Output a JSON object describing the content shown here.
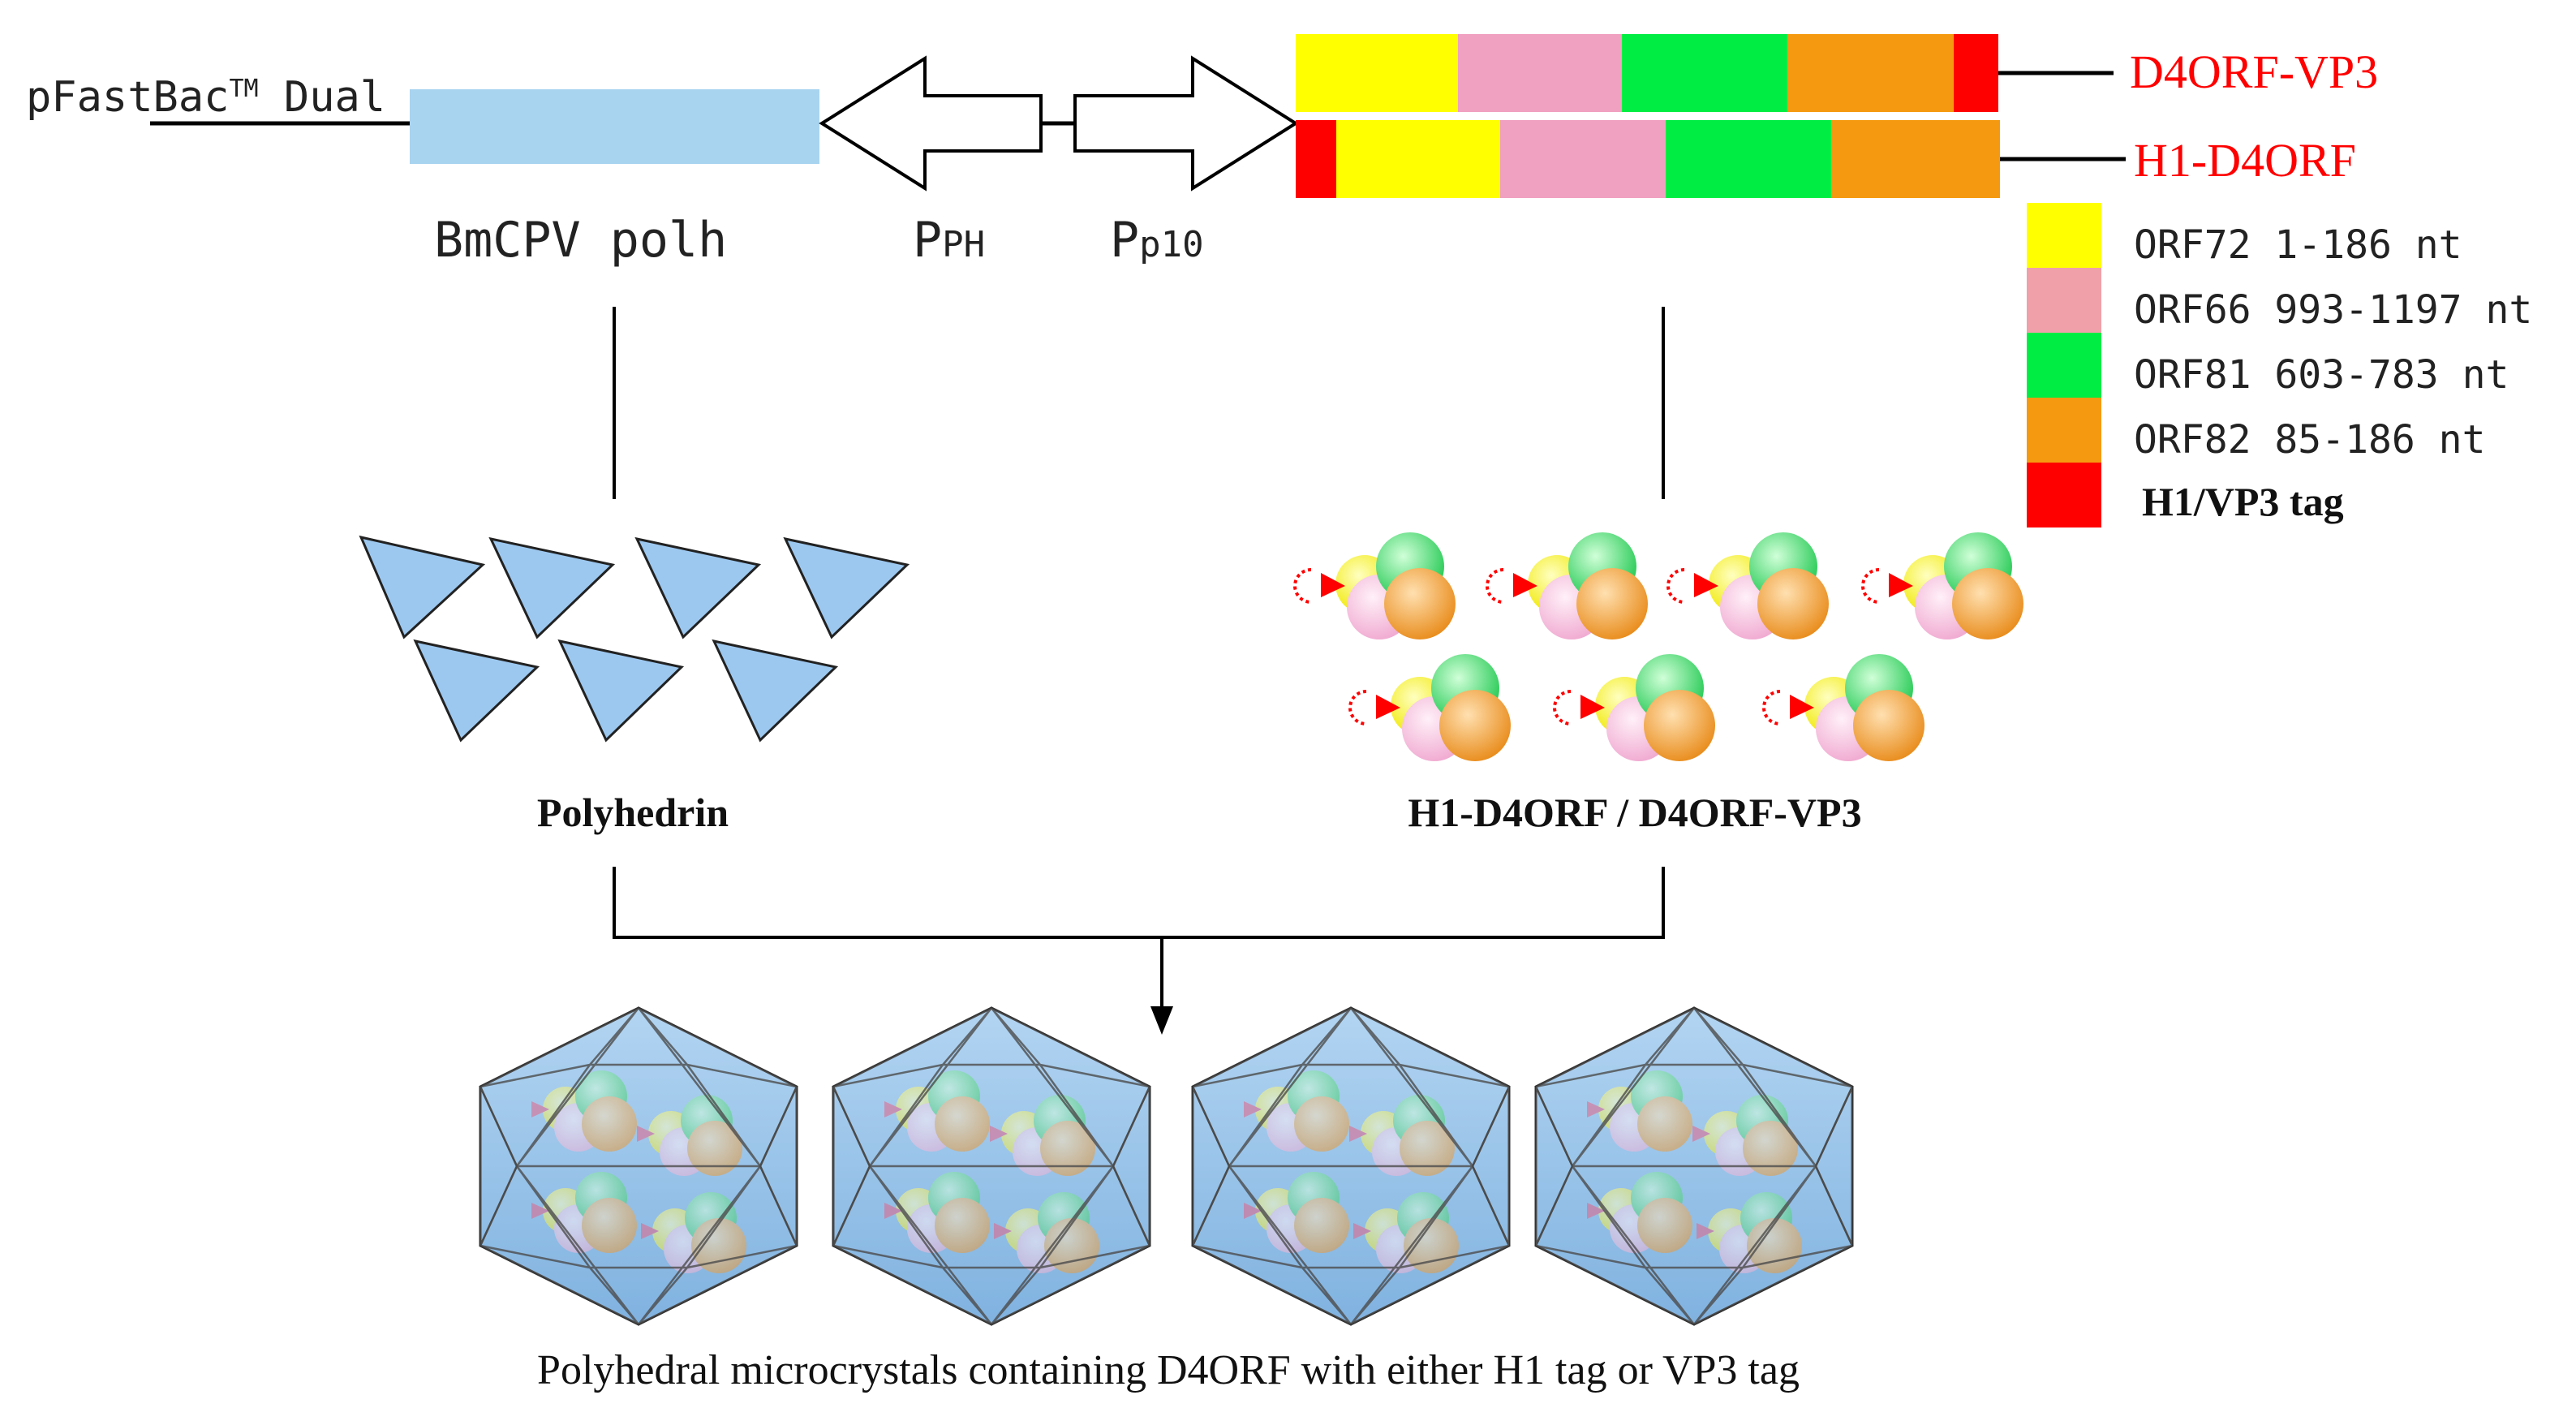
{
  "colors": {
    "yellow": "#ffff00",
    "pink": "#f0a0c0",
    "green": "#00ee44",
    "orange": "#f59a10",
    "red": "#ff0000",
    "blue_gene": "#a8d4f0",
    "triangle": "#9cc8f0",
    "crystal": "#a8cdef",
    "label_red": "#ff0000"
  },
  "vector": {
    "name_main": "pFastBac",
    "name_tm": "TM",
    "name_suffix": " Dual",
    "gene": "BmCPV polh",
    "promoter_ph_main": "P",
    "promoter_ph_sub": "PH",
    "promoter_p10_main": "P",
    "promoter_p10_sub": "p10"
  },
  "constructs": [
    {
      "label": "D4ORF-VP3"
    },
    {
      "label": "H1-D4ORF"
    }
  ],
  "legend": [
    {
      "label": "ORF72 1-186 nt",
      "color": "#ffff00"
    },
    {
      "label": "ORF66 993-1197 nt",
      "color": "#f0a0a8"
    },
    {
      "label": "ORF81 603-783 nt",
      "color": "#00ee44"
    },
    {
      "label": "ORF82 85-186 nt",
      "color": "#f59a10"
    },
    {
      "label": "H1/VP3 tag",
      "color": "#ff0000"
    }
  ],
  "products": {
    "left": "Polyhedrin",
    "right": "H1-D4ORF / D4ORF-VP3"
  },
  "caption": "Polyhedral microcrystals containing D4ORF with either H1 tag or VP3 tag"
}
